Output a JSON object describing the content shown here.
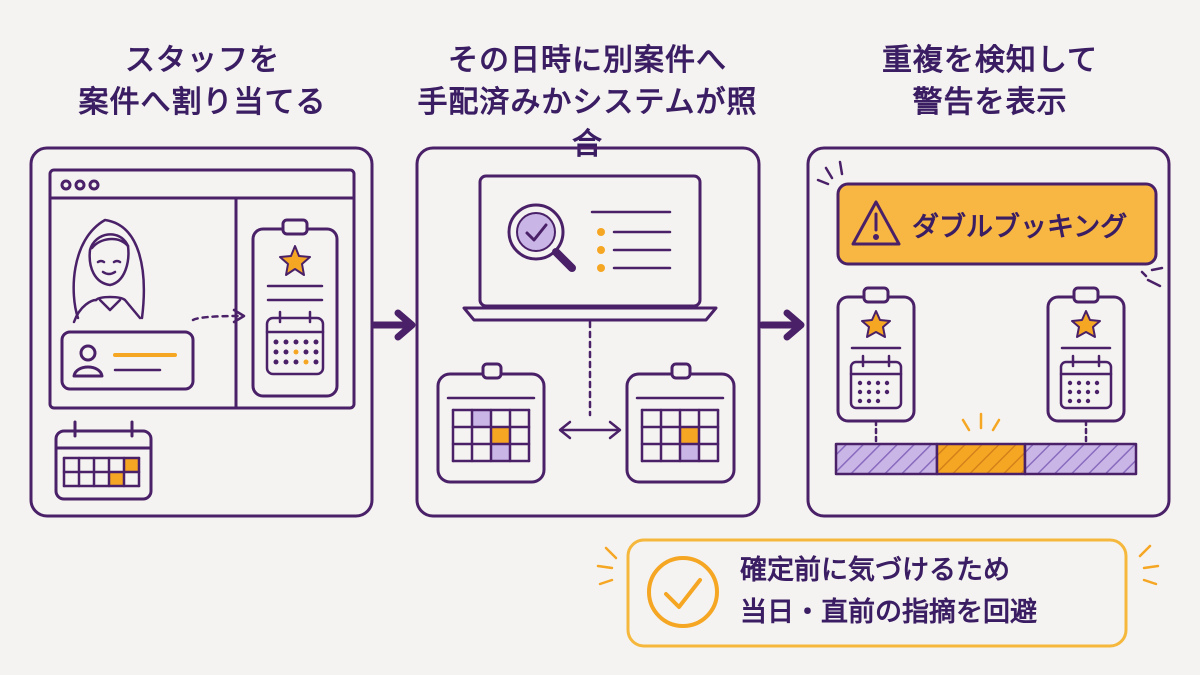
{
  "steps": [
    {
      "line1": "スタッフを",
      "line2": "案件へ割り当てる"
    },
    {
      "line1": "その日時に別案件へ",
      "line2": "手配済みかシステムが照合"
    },
    {
      "line1": "重複を検知して",
      "line2": "警告を表示"
    }
  ],
  "warning": {
    "label": "ダブルブッキング",
    "icon": "warning-triangle-icon"
  },
  "note": {
    "line1": "確定前に気づけるため",
    "line2": "当日・直前の指摘を回避",
    "icon": "check-circle-icon"
  },
  "colors": {
    "outline": "#4a2168",
    "purple_fill": "#c9b6e6",
    "accent_orange": "#f5a623",
    "warning_fill": "#f8b742",
    "note_border": "#f5b83d"
  }
}
